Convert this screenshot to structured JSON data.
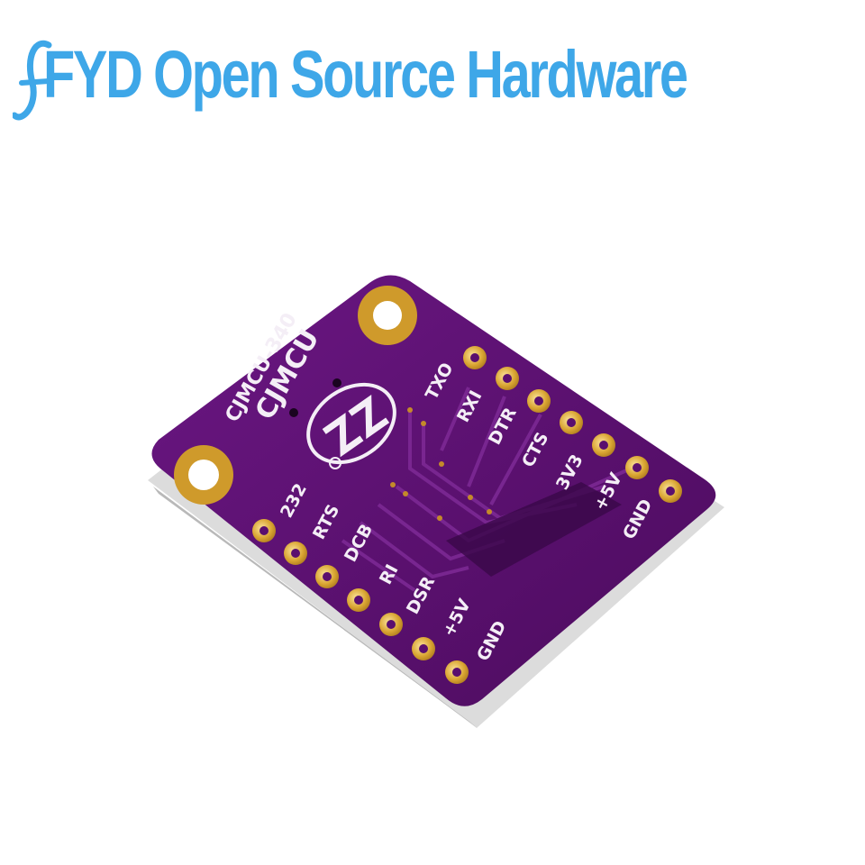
{
  "banner": {
    "text": "FYD Open Source Hardware"
  },
  "board": {
    "model": "CJMCU-340",
    "brand": "CJMCU",
    "header_right": [
      "TXO",
      "RXI",
      "DTR",
      "CTS",
      "3V3",
      "+5V",
      "GND"
    ],
    "header_left": [
      "232",
      "RTS",
      "DCB",
      "RI",
      "DSR",
      "+5V",
      "GND"
    ],
    "colors": {
      "pcb": "#5a0f6e",
      "pad": "#d9a532",
      "silkscreen": "#f4eef6"
    }
  }
}
